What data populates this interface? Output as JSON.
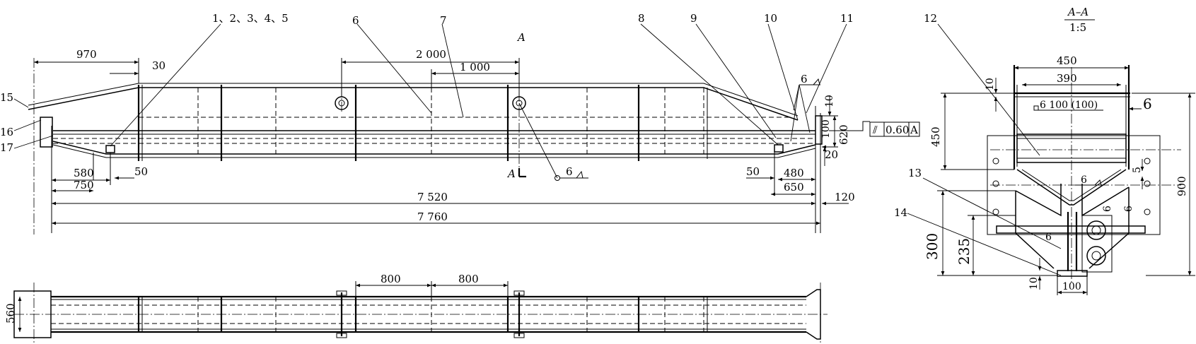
{
  "front_view": {
    "part_numbers": [
      "1、2、3、4、5",
      "6",
      "7",
      "8",
      "9",
      "10",
      "11",
      "15",
      "16",
      "17"
    ],
    "dimensions": [
      "970",
      "30",
      "2 000",
      "1 000",
      "580",
      "750",
      "50",
      "7 520",
      "7 760",
      "50",
      "480",
      "650",
      "120",
      "10",
      "100",
      "620",
      "20"
    ],
    "section_mark": "A",
    "section_mark_bottom": "A",
    "weld_labels": [
      "6",
      "6"
    ],
    "tolerance": {
      "symbol": "⫽",
      "value": "0.60",
      "datum": "A"
    }
  },
  "plan_view": {
    "dimensions": [
      "800",
      "800",
      "560"
    ]
  },
  "section_view": {
    "title": "A–A",
    "scale": "1:5",
    "part_numbers": [
      "12",
      "13",
      "14"
    ],
    "dimensions": [
      "450",
      "390",
      "10",
      "450",
      "900",
      "300",
      "235",
      "10",
      "100",
      "5",
      "6"
    ],
    "weld_note_top": "6  100  (100)",
    "weld_note_big": "6",
    "weld_labels": [
      "6",
      "6",
      "6"
    ]
  }
}
